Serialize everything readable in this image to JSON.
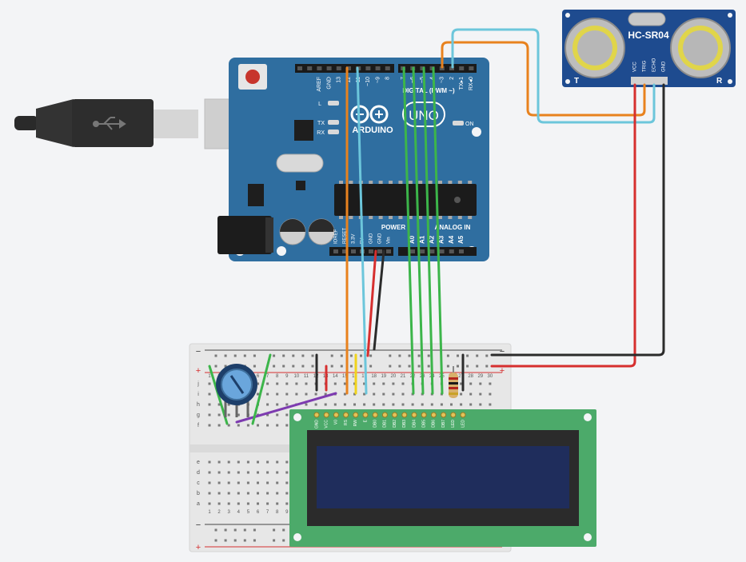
{
  "colors": {
    "background": "#f3f4f6",
    "arduino_board": "#2f6ea0",
    "arduino_dark": "#1f4e75",
    "sensor_board": "#1e4b8f",
    "breadboard": "#e7e7e7",
    "lcd_pcb": "#4caa6a",
    "lcd_screen": "#1f2d5c",
    "wire_orange": "#e8821e",
    "wire_cyan": "#6cc6db",
    "wire_red": "#d62f2f",
    "wire_black": "#2b2b2b",
    "wire_green": "#3cb54a",
    "wire_yellow": "#f0d31c",
    "wire_purple": "#7d3bb0"
  },
  "arduino": {
    "header_labels": [
      "AREF",
      "GND",
      "13",
      "12",
      "~11",
      "~10",
      "~9",
      "8",
      "7",
      "~6",
      "~5",
      "4",
      "~3",
      "2",
      "TX▸1",
      "RX◂0"
    ],
    "digital_label": "DIGITAL (PWM ~)",
    "logo": "ARDUINO",
    "model": "UNO",
    "on_label": "ON",
    "led_l": "L",
    "led_tx": "TX",
    "led_rx": "RX",
    "power_label": "POWER",
    "analog_label": "ANALOG IN",
    "power_pins": [
      "IOREF",
      "RESET",
      "3.3V",
      "5V",
      "GND",
      "GND",
      "Vin"
    ],
    "analog_pins": [
      "A0",
      "A1",
      "A2",
      "A3",
      "A4",
      "A5"
    ]
  },
  "sensor": {
    "title": "HC-SR04",
    "pins": [
      "VCC",
      "TRIG",
      "ECHO",
      "GND"
    ],
    "left_mark": "T",
    "right_mark": "R"
  },
  "breadboard": {
    "minus": "−",
    "plus": "+",
    "row_letters_top": [
      "j",
      "i",
      "h",
      "g",
      "f"
    ],
    "row_letters_bottom": [
      "e",
      "d",
      "c",
      "b",
      "a"
    ],
    "column_numbers": [
      "1",
      "2",
      "3",
      "4",
      "5",
      "6",
      "7",
      "8",
      "9",
      "10",
      "11",
      "12",
      "13",
      "14",
      "15",
      "16",
      "17",
      "18",
      "19",
      "20",
      "21",
      "22",
      "23",
      "24",
      "25",
      "26",
      "27",
      "28",
      "29",
      "30"
    ]
  },
  "lcd": {
    "pins": [
      "GND",
      "VCC",
      "V0",
      "RS",
      "RW",
      "E",
      "DB0",
      "DB1",
      "DB2",
      "DB3",
      "DB4",
      "DB5",
      "DB6",
      "DB7",
      "LED",
      "LED"
    ]
  }
}
